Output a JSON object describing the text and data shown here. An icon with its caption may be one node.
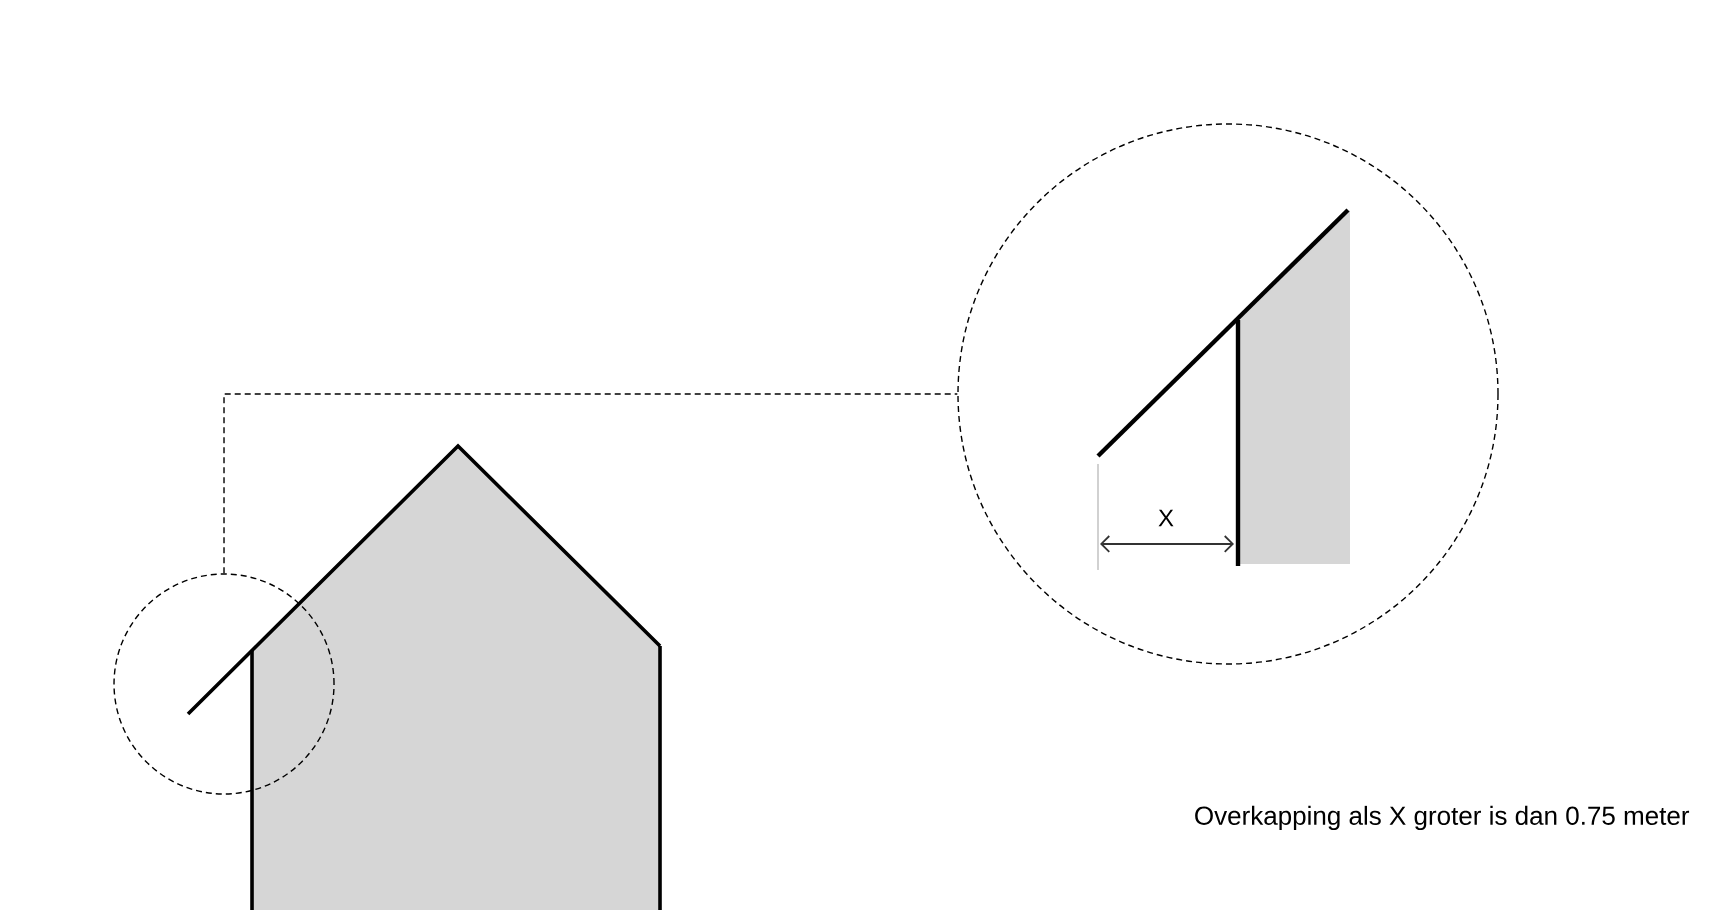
{
  "diagram": {
    "nodes": [
      {
        "text": [],
        "shape": "circle"
      },
      {
        "text": [],
        "shape": "circle"
      }
    ],
    "edges": [
      {
        "from": 0,
        "to": 1,
        "arrow": "none",
        "style": "dashed"
      }
    ],
    "labels": [
      "X",
      "Overkapping als X groter is dan 0.75 meter"
    ]
  }
}
